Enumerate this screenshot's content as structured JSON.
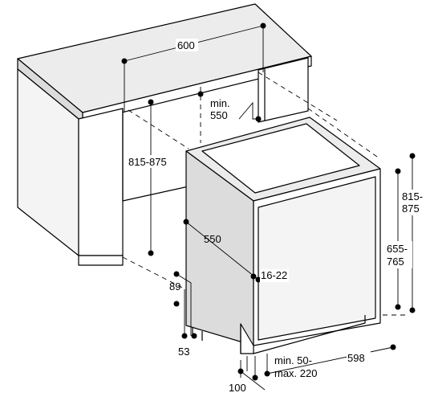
{
  "labels": {
    "width_600": "600",
    "min550_line1": "min.",
    "min550_line2": "550",
    "height_815_875": "815-875",
    "depth_550": "550",
    "door_16_22": "16-22",
    "plinth_89": "89",
    "plinth_53": "53",
    "right_815": "815-",
    "right_875": "875",
    "door_655": "655-",
    "door_765": "765",
    "gap_min50": "min. 50-",
    "gap_max220": "max. 220",
    "width_598": "598",
    "depth_100": "100"
  }
}
